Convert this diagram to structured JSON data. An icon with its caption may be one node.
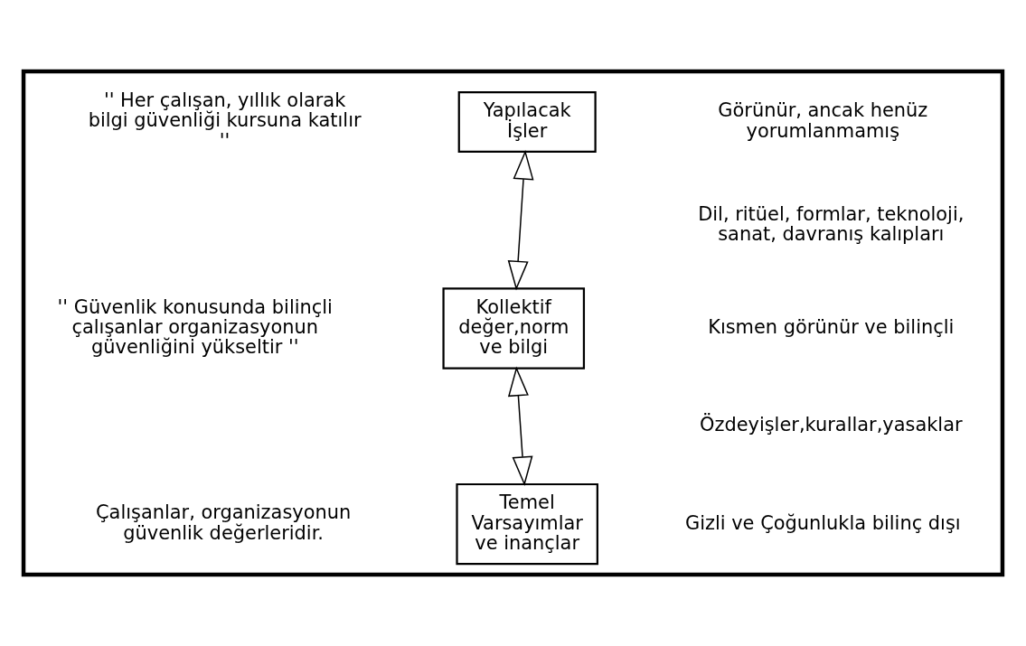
{
  "diagram": {
    "nodes": [
      {
        "text": [],
        "shape": "box"
      },
      {
        "text": [
          "Yapılacak İşler"
        ],
        "in": 0
      },
      {
        "text": [
          "Kollektif değer,norm ve bilgi"
        ],
        "in": 0
      },
      {
        "text": [
          "Temel Varsayımlar ve inançlar"
        ],
        "in": 0
      }
    ],
    "edges": [
      {
        "from": 1,
        "to": 2,
        "arrow": "both"
      },
      {
        "from": 2,
        "to": 3,
        "arrow": "both"
      }
    ],
    "labels": [
      "'' Her çalışan, yıllık olarak bilgi güvenliği kursuna katılır ''",
      "Görünür, ancak henüz yorumlanmamış",
      "Dil, ritüel, formlar, teknoloji, sanat, davranış kalıpları",
      "'' Güvenlik konusunda bilinçli çalışanlar organizasyonun güvenliğini yükseltir ''",
      "Kısmen görünür ve bilinçli",
      "Özdeyişler,kurallar,yasaklar",
      "Çalışanlar, organizasyonun güvenlik değerleridir.",
      "Gizli ve Çoğunlukla bilinç dışı"
    ]
  }
}
